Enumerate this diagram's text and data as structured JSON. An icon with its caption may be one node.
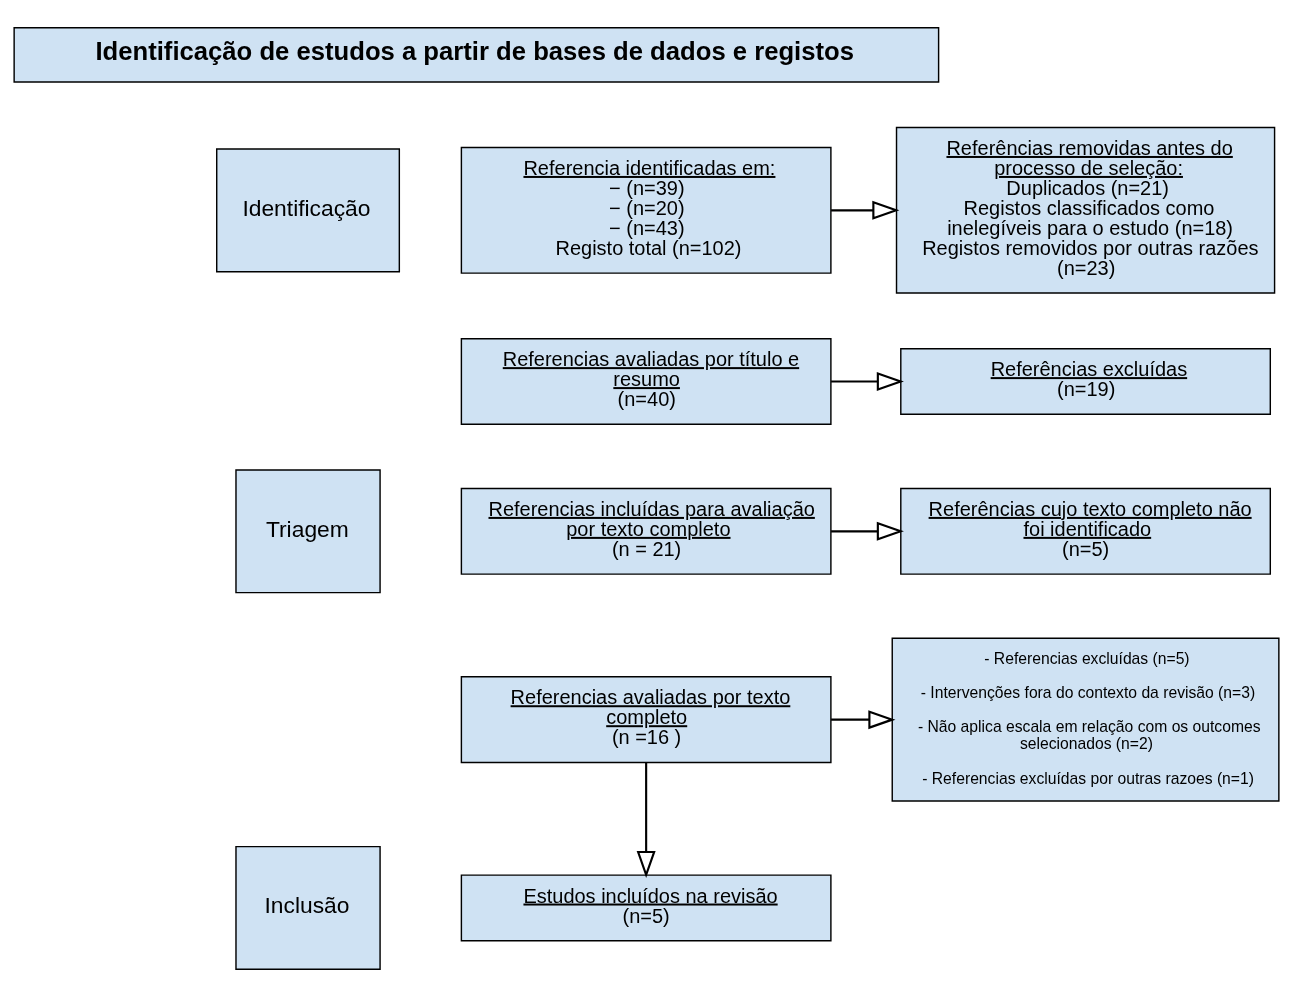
{
  "diagram": {
    "nodes": [
      {
        "text": [
          "Identificação de estudos a partir de bases de dados e registos"
        ]
      },
      {
        "text": [
          "Identificação"
        ]
      },
      {
        "text": [
          "Triagem"
        ]
      },
      {
        "text": [
          "Inclusão"
        ]
      },
      {
        "text": [
          "Referencia identificadas em:",
          "− (n=39)",
          "− (n=20)",
          "− (n=43)",
          "Registo total (n=102)"
        ]
      },
      {
        "text": [
          "Referências removidas antes do processo de seleção:",
          "Duplicados (n=21)",
          "Registos classificados como inelegíveis para o estudo (n=18)",
          "Registos removidos por outras razões (n=23)"
        ]
      },
      {
        "text": [
          "Referencias avaliadas por título e resumo",
          "(n=40)"
        ]
      },
      {
        "text": [
          "Referências excluídas",
          "(n=19)"
        ]
      },
      {
        "text": [
          "Referencias incluídas para avaliação por texto completo",
          "(n = 21)"
        ]
      },
      {
        "text": [
          "Referências cujo texto completo não foi identificado",
          "(n=5)"
        ]
      },
      {
        "text": [
          "Referencias avaliadas por texto completo",
          "(n =16 )"
        ]
      },
      {
        "text": [
          "- Referencias excluídas (n=5)",
          "- Intervenções fora do contexto da revisão (n=3)",
          "- Não aplica escala em relação com os outcomes selecionados (n=2)",
          "- Referencias excluídas por outras razoes (n=1)"
        ]
      },
      {
        "text": [
          "Estudos incluídos na revisão",
          "(n=5)"
        ]
      }
    ],
    "edges": [
      {
        "from": 4,
        "to": 5,
        "arrow": "to"
      },
      {
        "from": 6,
        "to": 7,
        "arrow": "to"
      },
      {
        "from": 8,
        "to": 9,
        "arrow": "to"
      },
      {
        "from": 10,
        "to": 11,
        "arrow": "to"
      },
      {
        "from": 10,
        "to": 12,
        "arrow": "to"
      }
    ]
  }
}
